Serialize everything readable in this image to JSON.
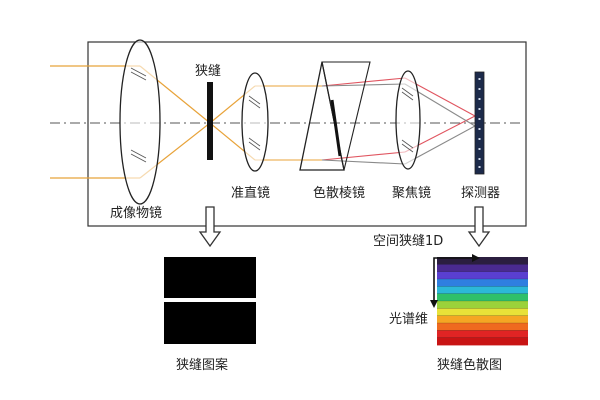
{
  "labels": {
    "slit": "狭缝",
    "imaging_lens": "成像物镜",
    "collimator": "准直镜",
    "prism": "色散棱镜",
    "focus_lens": "聚焦镜",
    "detector": "探测器",
    "spatial_dim": "空间狭缝1D",
    "spectral_dim": "光谱维",
    "slit_pattern": "狭缝图案",
    "slit_dispersion": "狭缝色散图"
  },
  "colors": {
    "box": "#333333",
    "incoming_rays": "#e8a33a",
    "red_rays": "#e05560",
    "gray_rays": "#8a8a8a",
    "axis": "#555555",
    "detector": "#1c2a4a",
    "slit_pattern_bg": "#000000",
    "slit_line": "#ffffff"
  },
  "spectrum_bands": [
    "#2b1e3f",
    "#4a2a8f",
    "#5a3fd0",
    "#2f7fe0",
    "#2cb8d8",
    "#2fc06a",
    "#9bd23a",
    "#e8e238",
    "#f5a623",
    "#ef6a1f",
    "#e02424",
    "#c81414"
  ],
  "icons": {
    "down_arrow_1": "hollow-down-arrow-icon",
    "down_arrow_2": "hollow-down-arrow-icon",
    "axis_arrow": "l-shaped-arrow-icon"
  }
}
